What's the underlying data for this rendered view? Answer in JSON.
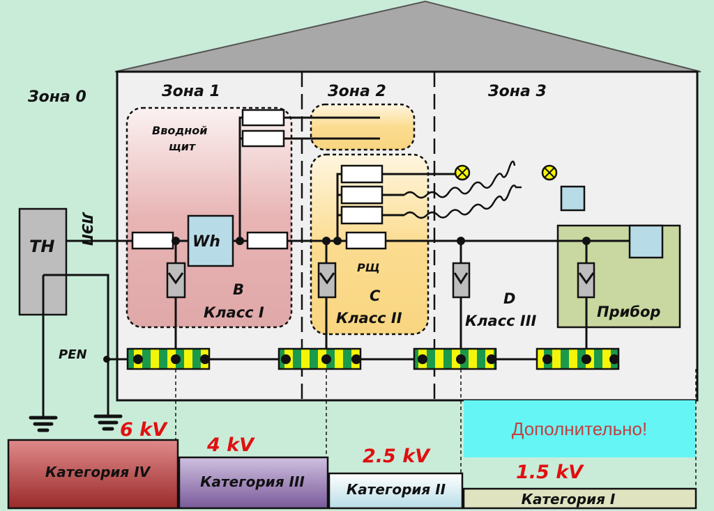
{
  "zones": [
    "Зона 0",
    "Зона 1",
    "Зона 2",
    "Зона 3"
  ],
  "labels": {
    "transformer": "ТН",
    "power_line": "ЛЭП",
    "main_panel_line1": "Вводной",
    "main_panel_line2": "щит",
    "meter": "Wh",
    "distribution_panel": "РЩ",
    "device": "Прибор",
    "pen": "PEN"
  },
  "classes": [
    {
      "letter": "B",
      "name": "Класс I"
    },
    {
      "letter": "C",
      "name": "Класс II"
    },
    {
      "letter": "D",
      "name": "Класс III"
    }
  ],
  "categories": [
    {
      "name": "Категория IV",
      "voltage": "6 kV",
      "color": "#c05050"
    },
    {
      "name": "Категория III",
      "voltage": "4 kV",
      "color": "#9a80b8"
    },
    {
      "name": "Категория II",
      "voltage": "2.5 kV",
      "color": "#d8eef5"
    },
    {
      "name": "Категория I",
      "voltage": "1.5 kV",
      "color": "#dfe3c0"
    }
  ],
  "additional": "Дополнительно!",
  "colors": {
    "background": "#c9ecd9",
    "accent_red": "#e01010",
    "pen_green": "#1a9a4a",
    "pen_yellow": "#f5f50a",
    "cyan": "#66f5f5"
  }
}
